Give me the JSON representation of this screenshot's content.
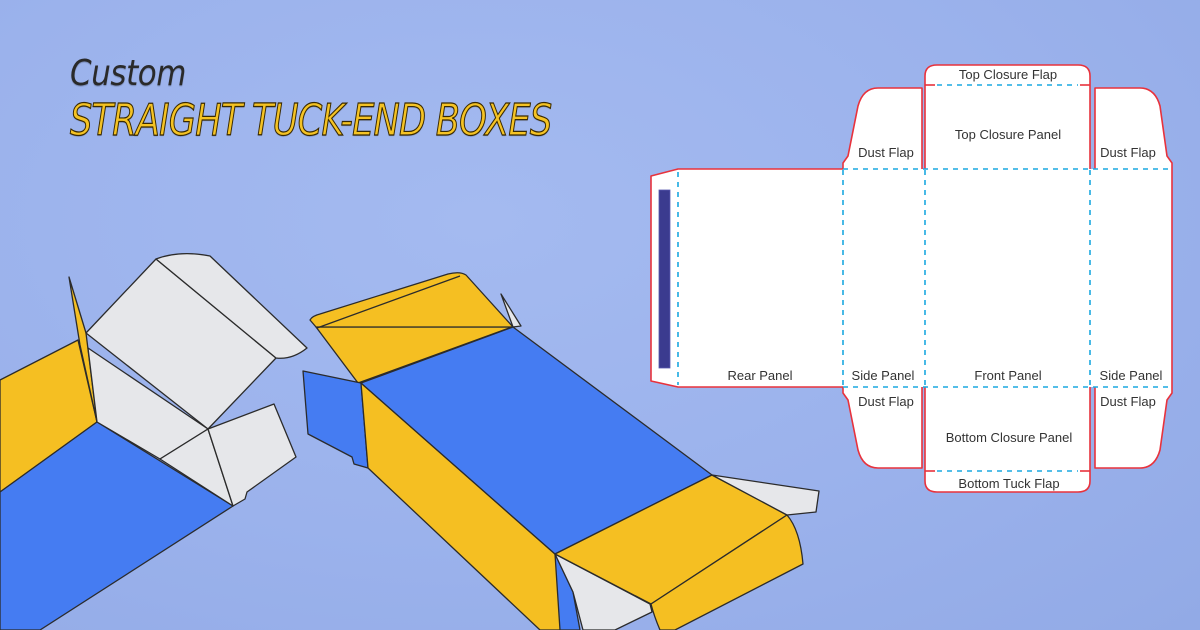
{
  "title": {
    "line1": "Custom",
    "line2": "STRAIGHT TUCK-END BOXES"
  },
  "colors": {
    "background": "#9db4ee",
    "title_accent": "#f5c324",
    "title_dark": "#2a2a2a",
    "box_yellow": "#f5bf22",
    "box_blue": "#457cf2",
    "box_grey": "#e6e7ea",
    "dieline_cut": "#e8323c",
    "dieline_fold": "#1aa8e0",
    "glue_strip": "#3b3b8f",
    "outline": "#2b2b2b"
  },
  "dieline": {
    "labels": {
      "top_closure_flap": "Top Closure Flap",
      "top_closure_panel": "Top Closure Panel",
      "dust_flap_top_left": "Dust Flap",
      "dust_flap_top_right": "Dust Flap",
      "rear_panel": "Rear Panel",
      "side_panel_left": "Side Panel",
      "front_panel": "Front Panel",
      "side_panel_right": "Side Panel",
      "dust_flap_bottom_left": "Dust Flap",
      "dust_flap_bottom_right": "Dust Flap",
      "bottom_closure_panel": "Bottom Closure Panel",
      "bottom_tuck_flap": "Bottom Tuck Flap"
    }
  }
}
